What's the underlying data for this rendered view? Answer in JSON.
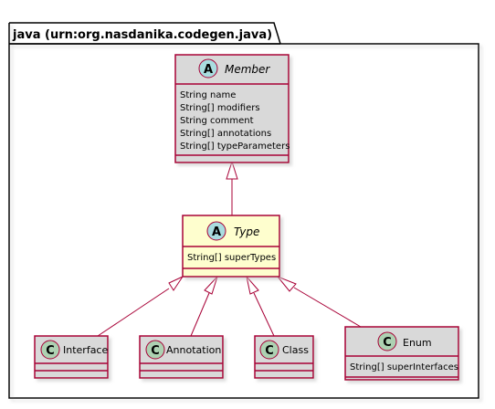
{
  "package": {
    "title": "java (urn:org.nasdanika.codegen.java)"
  },
  "classes": {
    "member": {
      "stereotype": "A",
      "name": "Member",
      "attributes": [
        "String name",
        "String[] modifiers",
        "String comment",
        "String[] annotations",
        "String[] typeParameters"
      ]
    },
    "type": {
      "stereotype": "A",
      "name": "Type",
      "attributes": [
        "String[] superTypes"
      ]
    },
    "interface": {
      "stereotype": "C",
      "name": "Interface",
      "attributes": []
    },
    "annotation": {
      "stereotype": "C",
      "name": "Annotation",
      "attributes": []
    },
    "class": {
      "stereotype": "C",
      "name": "Class",
      "attributes": []
    },
    "enum": {
      "stereotype": "C",
      "name": "Enum",
      "attributes": [
        "String[] superInterfaces"
      ]
    }
  },
  "colors": {
    "border": "#A80036",
    "class_fill": "#D9D9D9",
    "type_fill": "#FEFECE",
    "abstract_circle": "#A9DCDF",
    "concrete_circle": "#ADD1B2",
    "edge": "#A80036"
  }
}
